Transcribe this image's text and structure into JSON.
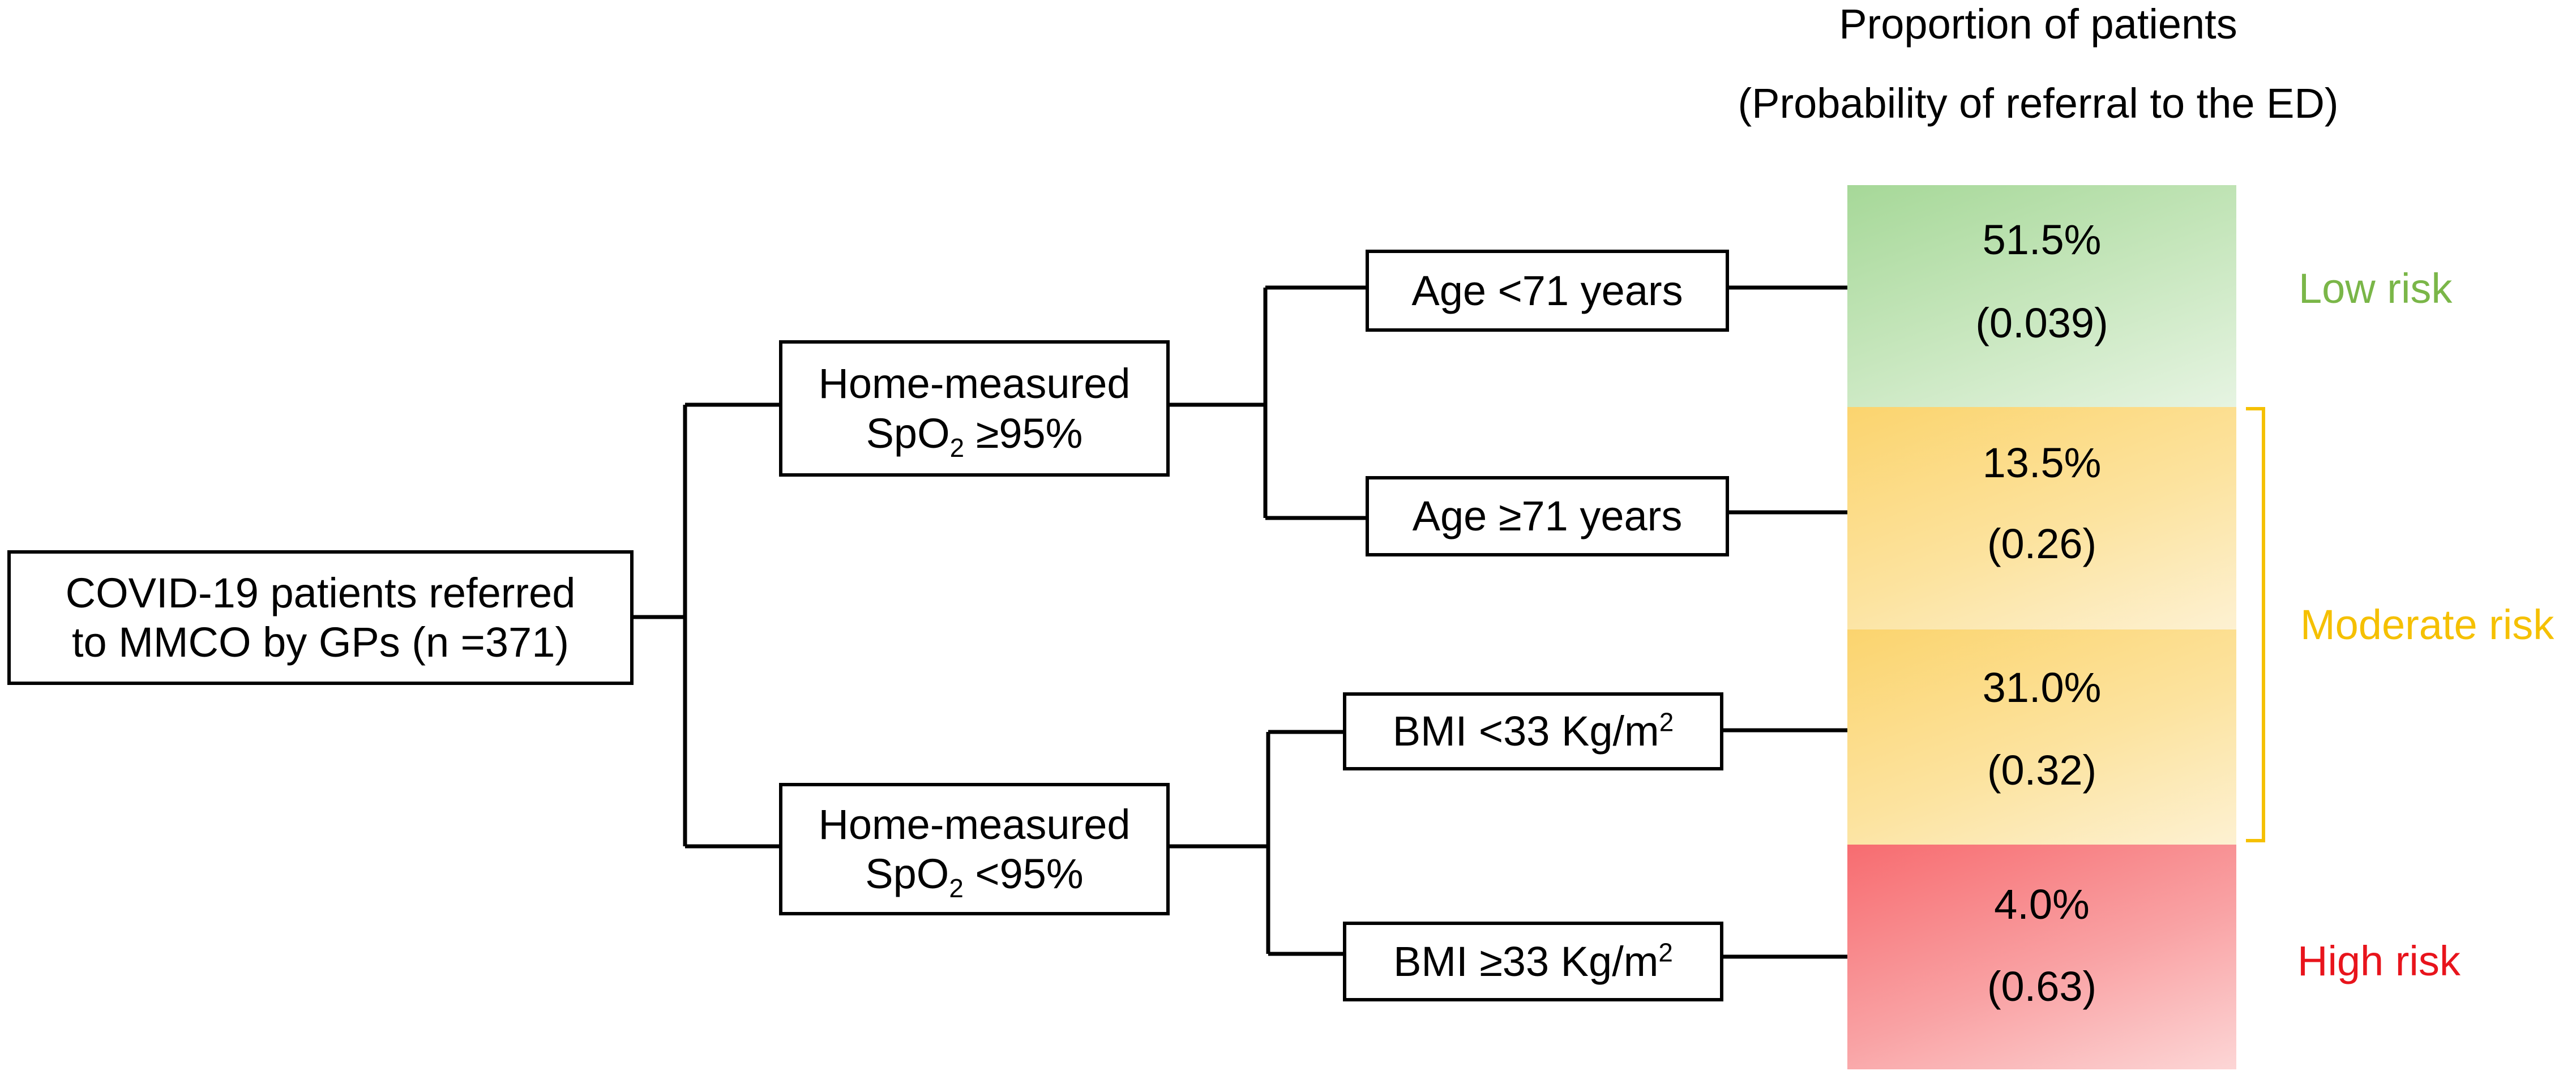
{
  "header": {
    "line1": "Proportion of patients",
    "line2": "(Probability of referral to the ED)"
  },
  "nodes": {
    "root": {
      "line1": "COVID-19 patients referred",
      "line2": "to MMCO by GPs (n =371)"
    },
    "spo2_high": {
      "line1": "Home-measured",
      "prefix": "SpO",
      "sub": "2",
      "suffix": " ≥95%"
    },
    "spo2_low": {
      "line1": "Home-measured",
      "prefix": "SpO",
      "sub": "2",
      "suffix": " <95%"
    },
    "age_young": {
      "label": "Age <71 years"
    },
    "age_old": {
      "label": "Age ≥71 years"
    },
    "bmi_low": {
      "prefix": "BMI <33 Kg/m",
      "sup": "2"
    },
    "bmi_high": {
      "prefix": "BMI ≥33 Kg/m",
      "sup": "2"
    }
  },
  "outcomes": [
    {
      "proportion": "51.5%",
      "probability": "(0.039)"
    },
    {
      "proportion": "13.5%",
      "probability": "(0.26)"
    },
    {
      "proportion": "31.0%",
      "probability": "(0.32)"
    },
    {
      "proportion": "4.0%",
      "probability": "(0.63)"
    }
  ],
  "risk_labels": {
    "low": "Low risk",
    "moderate": "Moderate risk",
    "high": "High risk"
  },
  "colors": {
    "low": "#7ab648",
    "moderate": "#f5c000",
    "high": "#e8141c",
    "green_fill": "#a8d89a",
    "yellow_fill": "#fbd673",
    "red_fill": "#f76e72"
  }
}
